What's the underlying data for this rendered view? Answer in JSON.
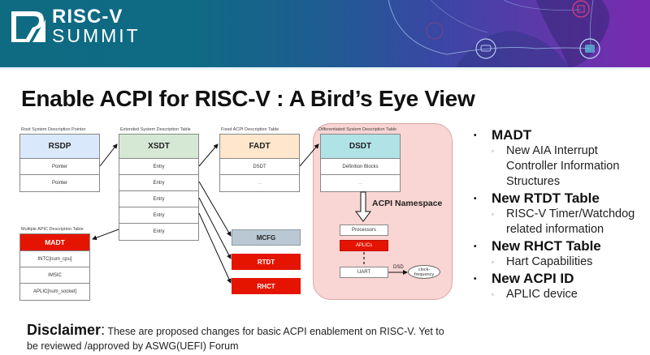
{
  "header": {
    "logo_line1": "RISC-V",
    "logo_line2": "SUMMIT"
  },
  "title": "Enable ACPI for RISC-V : A Bird’s Eye View",
  "diagram": {
    "rsdp": {
      "caption": "Root System Description Pointer",
      "name": "RSDP",
      "rows": [
        "Pointer",
        "Pointer"
      ],
      "color": "#dae8fc"
    },
    "xsdt": {
      "caption": "Extended System Description Table",
      "name": "XSDT",
      "rows": [
        "Entry",
        "Entry",
        "Entry",
        "Entry",
        "Entry"
      ],
      "color": "#d5e8d4"
    },
    "fadt": {
      "caption": "Fixed ACPI Description Table",
      "name": "FADT",
      "rows": [
        "DSDT",
        "..."
      ],
      "color": "#ffe6cc"
    },
    "dsdt": {
      "caption": "Differentiated System Description Table",
      "name": "DSDT",
      "rows": [
        "Definition Blocks",
        "..."
      ],
      "color": "#b0e3e6"
    },
    "madt": {
      "caption": "Multiple APIC Description Table",
      "name": "MADT",
      "rows": [
        "INTC[num_cpu]",
        "IMSIC",
        "APLIC[num_socket]"
      ],
      "color": "#e51400"
    },
    "mcfg": {
      "name": "MCFG",
      "color": "#bac8d3"
    },
    "rtdt": {
      "name": "RTDT",
      "color": "#e51400"
    },
    "rhct": {
      "name": "RHCT",
      "color": "#e51400"
    },
    "namespace": {
      "label": "ACPI Namespace",
      "processors": "Processors",
      "aplics": "APLICs",
      "uart": "UART",
      "dsd_label": "DSD",
      "clock": "clock-frequency"
    }
  },
  "bullets": [
    {
      "heading": "MADT",
      "subs": [
        "New AIA Interrupt Controller Information Structures"
      ]
    },
    {
      "heading": "New RTDT Table",
      "subs": [
        "RISC-V Timer/Watchdog related information"
      ]
    },
    {
      "heading": "New RHCT Table",
      "subs": [
        "Hart Capabilities"
      ]
    },
    {
      "heading": "New ACPI ID",
      "subs": [
        "APLIC device"
      ]
    }
  ],
  "disclaimer": {
    "label": "Disclaimer",
    "colon": ":",
    "text": " These are proposed changes for basic ACPI enablement on RISC-V. Yet to be reviewed /approved by ASWG(UEFI) Forum"
  }
}
